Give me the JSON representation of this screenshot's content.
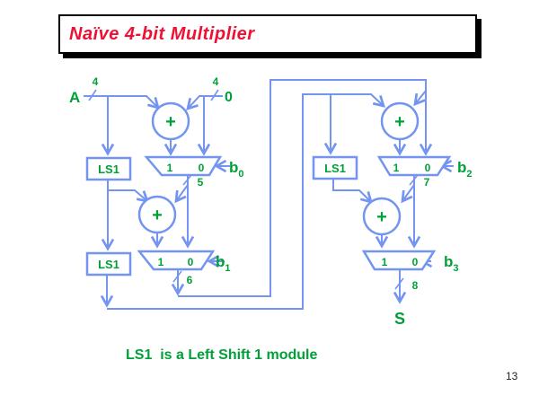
{
  "slide": {
    "title": "Naïve 4-bit Multiplier",
    "caption": "LS1  is a Left Shift 1 module",
    "page_number": "13"
  },
  "colors": {
    "wire_blue": "#7394F0",
    "label_green": "#00A038",
    "title_red": "#EE1133",
    "shadow_black": "#000000"
  },
  "diagram": {
    "input_a": "A",
    "input_zero": "0",
    "bus_width_in": "4",
    "adder_symbol": "+",
    "shifter_label": "LS1",
    "mux_one": "1",
    "mux_zero": "0",
    "select_base": "b",
    "select_subscripts": [
      "0",
      "1",
      "2",
      "3"
    ],
    "partial_widths": [
      "5",
      "6",
      "7",
      "8"
    ],
    "output_label": "S"
  }
}
